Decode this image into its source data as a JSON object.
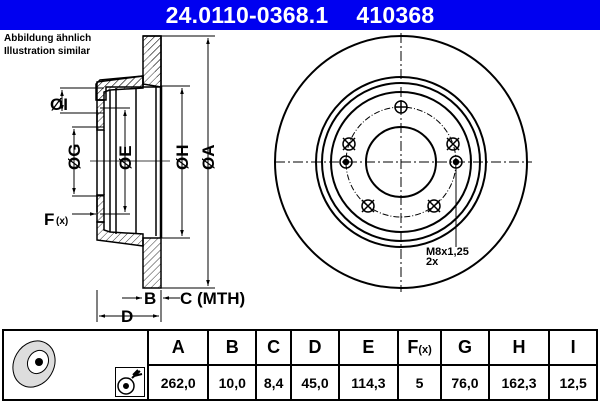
{
  "header": {
    "part_number": "24.0110-0368.1",
    "ref_number": "410368",
    "background": "#0000f0"
  },
  "note": {
    "line1": "Abbildung ähnlich",
    "line2": "Illustration similar"
  },
  "section_view": {
    "labels": {
      "I": "ØI",
      "G": "ØG",
      "E": "ØE",
      "H": "ØH",
      "A": "ØA",
      "F": "F",
      "F_sub": "(x)",
      "B": "B",
      "C": "C (MTH)",
      "D": "D"
    }
  },
  "front_view": {
    "thread_label": "M8x1,25",
    "thread_count": "2x"
  },
  "spec_table": {
    "icons": [
      "brake-disc-icon",
      "spray-coating-icon"
    ],
    "columns": [
      {
        "key": "A",
        "value": "262,0"
      },
      {
        "key": "B",
        "value": "10,0"
      },
      {
        "key": "C",
        "value": "8,4"
      },
      {
        "key": "D",
        "value": "45,0"
      },
      {
        "key": "E",
        "value": "114,3"
      },
      {
        "key": "F",
        "sub": "(x)",
        "value": "5"
      },
      {
        "key": "G",
        "value": "76,0"
      },
      {
        "key": "H",
        "value": "162,3"
      },
      {
        "key": "I",
        "value": "12,5"
      }
    ]
  }
}
